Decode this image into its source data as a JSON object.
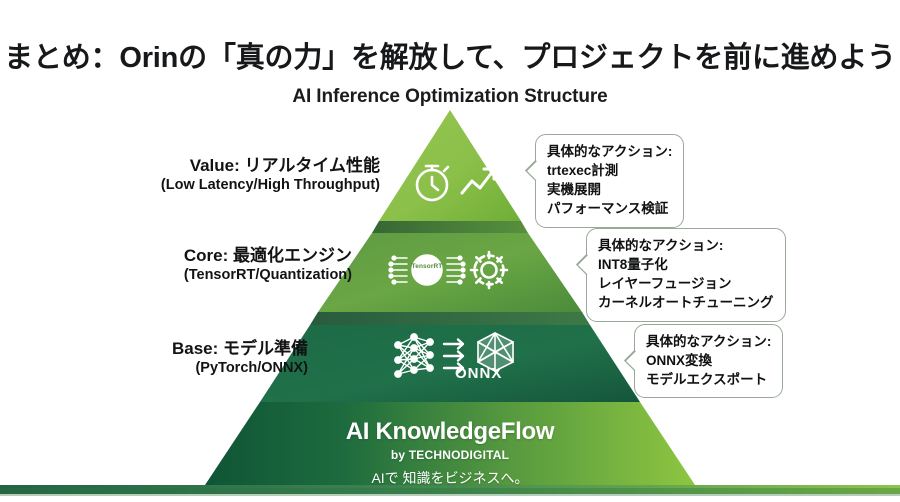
{
  "slide": {
    "title": "まとめ：Orinの「真の力」を解放して、プロジェクトを前に進めよう",
    "subtitle": "AI Inference Optimization Structure",
    "background": "#ffffff"
  },
  "pyramid": {
    "tiers": [
      {
        "id": "value",
        "label_main": "Value: リアルタイム性能",
        "label_sub": "(Low Latency/High Throughput)",
        "color_light": "#a8cf5a",
        "color_dark": "#6aa832",
        "icons": [
          "stopwatch-icon",
          "trend-up-arrow-icon"
        ]
      },
      {
        "id": "core",
        "label_main": "Core: 最適化エンジン",
        "label_sub": "(TensorRT/Quantization)",
        "color_light": "#7bb045",
        "color_dark": "#3f7a33",
        "icons": [
          "tensorrt-chip-icon",
          "gear-icon"
        ],
        "chip_text": "TensorRT"
      },
      {
        "id": "base",
        "label_main": "Base: モデル準備",
        "label_sub": "(PyTorch/ONNX)",
        "color_light": "#2f7a4f",
        "color_dark": "#14583a",
        "icons": [
          "neural-network-icon",
          "arrows-right-icon",
          "onnx-polyhedron-icon"
        ],
        "onnx_text": "ONNX"
      }
    ],
    "base_band": {
      "brand_name": "AI KnowledgeFlow",
      "brand_by": "by TECHNODIGITAL",
      "brand_tagline": "AIで 知識をビジネスへ。",
      "gradient_from": "#0f5536",
      "gradient_to": "#8cc53f"
    }
  },
  "callouts": [
    {
      "id": "value",
      "heading": "具体的なアクション:",
      "lines": [
        "trtexec計測",
        "実機展開",
        "パフォーマンス検証"
      ],
      "border_color": "#9aa89a"
    },
    {
      "id": "core",
      "heading": "具体的なアクション:",
      "lines": [
        "INT8量子化",
        "レイヤーフュージョン",
        "カーネルオートチューニング"
      ],
      "border_color": "#9aa89a"
    },
    {
      "id": "base",
      "heading": "具体的なアクション:",
      "lines": [
        "ONNX変換",
        "モデルエクスポート"
      ],
      "border_color": "#9aa89a"
    }
  ]
}
